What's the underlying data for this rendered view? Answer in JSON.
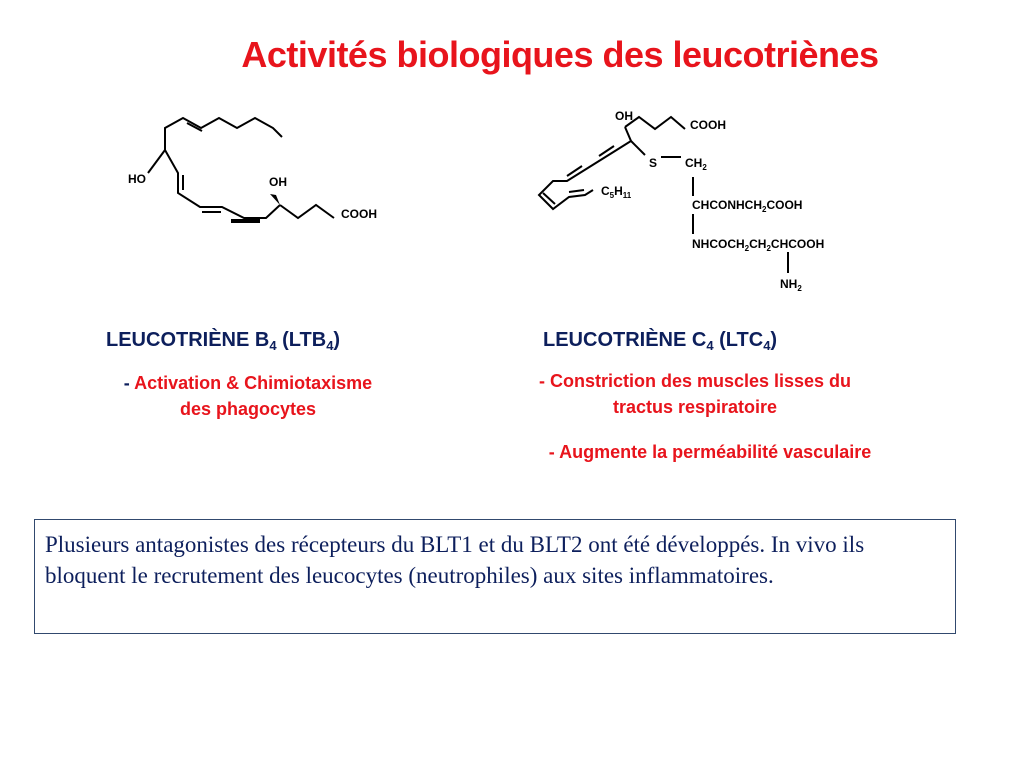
{
  "slide": {
    "title": "Activités biologiques des leucotriènes",
    "ltb4": {
      "name_main": "LEUCOTRIÈNE B",
      "name_sub": "4",
      "abbr_open": " (LTB",
      "abbr_sub": "4",
      "abbr_close": ")",
      "effect_dash": "- ",
      "effect_line1": "Activation & Chimiotaxisme",
      "effect_line2": "des phagocytes",
      "structure": {
        "ho": "HO",
        "oh": "OH",
        "cooh": "COOH"
      }
    },
    "ltc4": {
      "name_main": "LEUCOTRIÈNE C",
      "name_sub": "4",
      "abbr_open": " (LTC",
      "abbr_sub": "4",
      "abbr_close": ")",
      "effect1_line1": "- Constriction des muscles lisses du",
      "effect1_line2": "tractus respiratoire",
      "effect2": "- Augmente la perméabilité vasculaire",
      "structure": {
        "oh": "OH",
        "cooh": "COOH",
        "s": "S",
        "c5h11_a": "C",
        "c5h11_b": "5",
        "c5h11_c": "H",
        "c5h11_d": "11",
        "ch2_a": "CH",
        "ch2_b": "2",
        "chconh_a": "CHCONHCH",
        "chconh_b": "2",
        "chconh_c": "COOH",
        "nhcoch_a": "NHCOCH",
        "nhcoch_b": "2",
        "nhcoch_c": "CH",
        "nhcoch_d": "2",
        "nhcoch_e": "CHCOOH",
        "nh2_a": "NH",
        "nh2_b": "2"
      }
    },
    "note": "Plusieurs antagonistes des récepteurs du BLT1 et du BLT2 ont été développés. In vivo ils bloquent le recrutement des leucocytes (neutrophiles) aux sites inflammatoires."
  }
}
